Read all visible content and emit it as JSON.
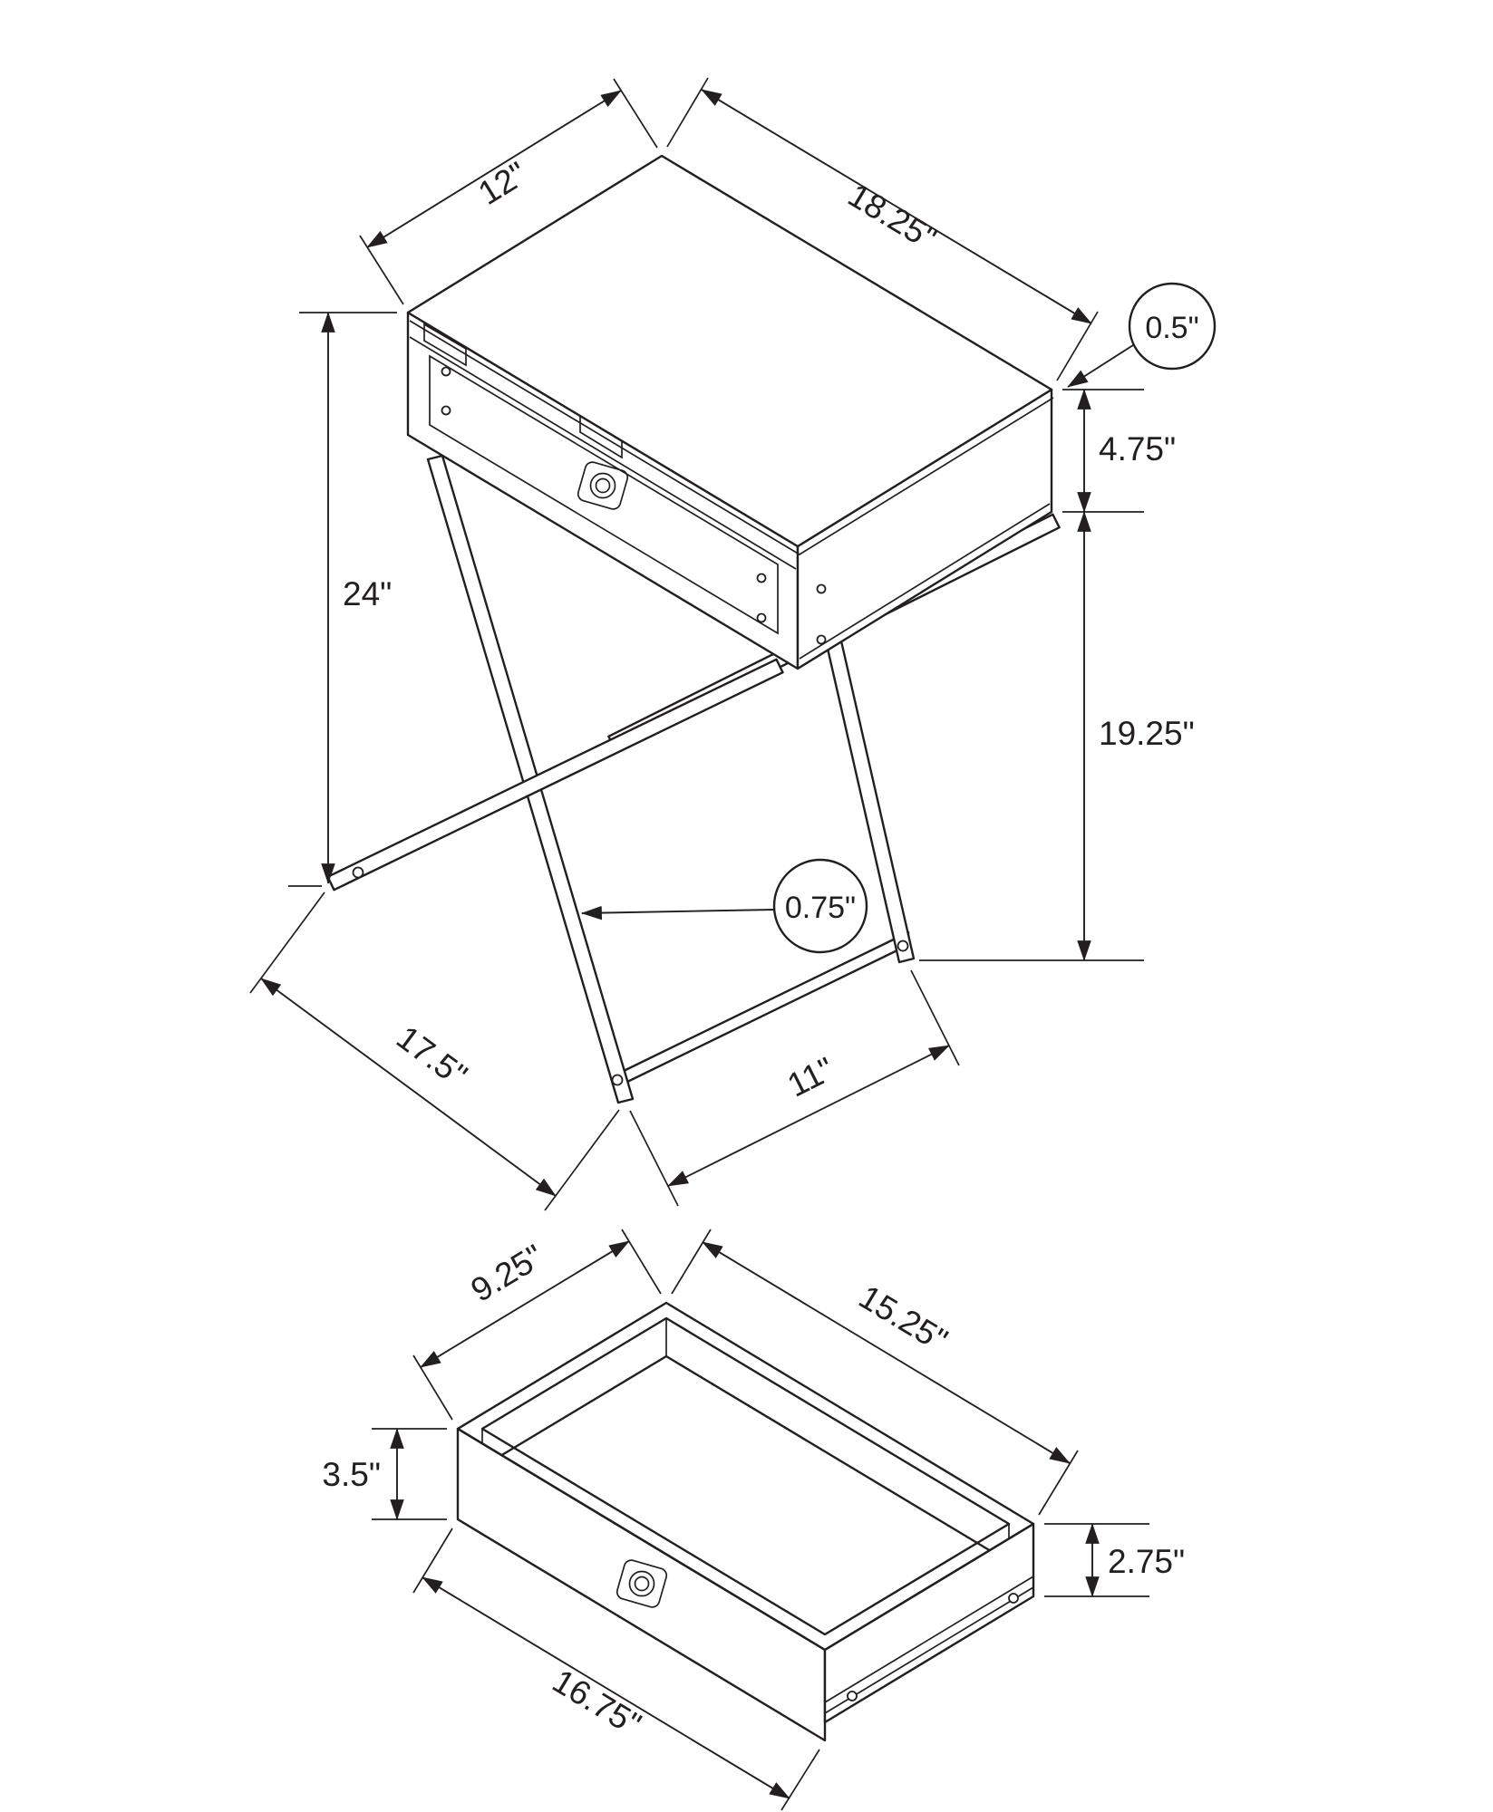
{
  "diagram": {
    "title_hint": "side-table-dimension-drawing",
    "background": "#ffffff",
    "line_color": "#231f20",
    "table": {
      "dims": {
        "top_depth": "12\"",
        "top_width": "18.25\"",
        "top_thickness": "0.5\"",
        "drawer_box_height": "4.75\"",
        "overall_height": "24\"",
        "leg_section_height": "19.25\"",
        "leg_thickness": "0.75\"",
        "base_width": "17.5\"",
        "base_depth": "11\""
      }
    },
    "drawer": {
      "dims": {
        "interior_depth": "9.25\"",
        "interior_width": "15.25\"",
        "front_height": "3.5\"",
        "side_height": "2.75\"",
        "front_width": "16.75\""
      }
    }
  }
}
